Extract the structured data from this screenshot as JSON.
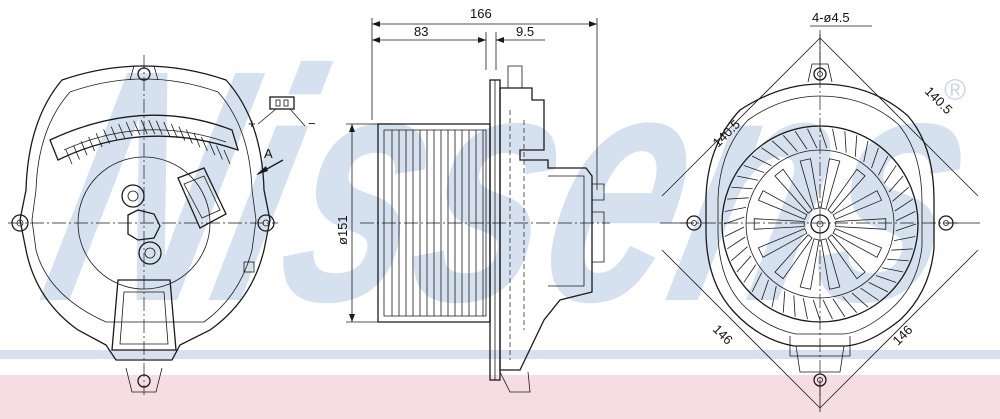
{
  "brand": {
    "watermark": "Nissens",
    "registered_mark": "®",
    "watermark_color": "#c9d7ea",
    "band_color": "#f6dde3",
    "stripe_color": "#d6e0ee"
  },
  "dimensions": {
    "overall_length": "166",
    "fan_length": "83",
    "flange_offset": "9.5",
    "fan_diameter": "ø151",
    "mount_holes": "4-ø4.5",
    "diag_left_top": "140.5",
    "diag_right_top": "140.5",
    "diag_left_bottom": "146",
    "diag_right_bottom": "146"
  },
  "annotations": {
    "view_arrow": "A",
    "plus": "+",
    "minus": "−"
  }
}
